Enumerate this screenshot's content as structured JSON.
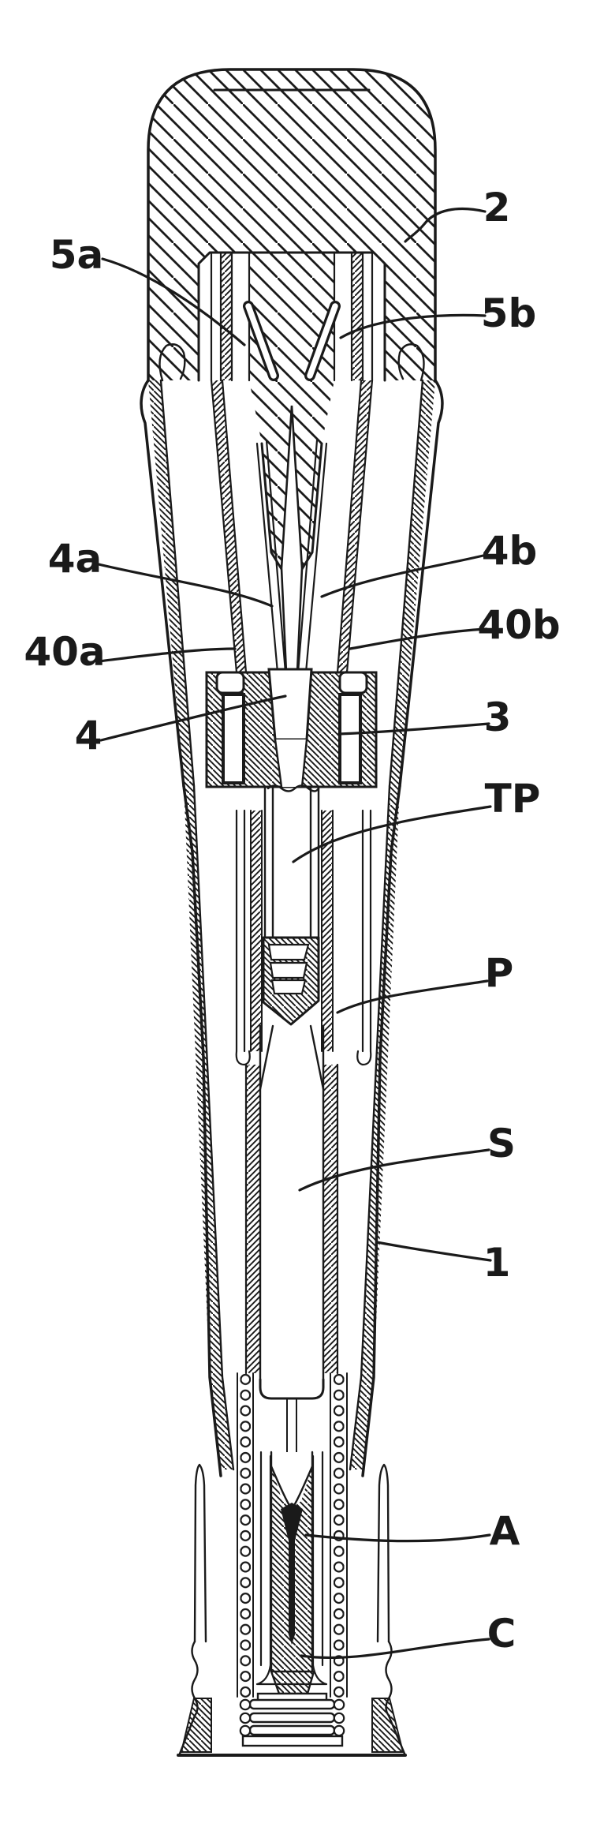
{
  "figure": {
    "colors": {
      "ink": "#1a1a1a",
      "paper": "#ffffff"
    },
    "labels": [
      {
        "id": "2",
        "text": "2"
      },
      {
        "id": "5a",
        "text": "5a"
      },
      {
        "id": "5b",
        "text": "5b"
      },
      {
        "id": "4a",
        "text": "4a"
      },
      {
        "id": "4b",
        "text": "4b"
      },
      {
        "id": "40a",
        "text": "40a"
      },
      {
        "id": "40b",
        "text": "40b"
      },
      {
        "id": "4",
        "text": "4"
      },
      {
        "id": "3",
        "text": "3"
      },
      {
        "id": "TP",
        "text": "TP"
      },
      {
        "id": "P",
        "text": "P"
      },
      {
        "id": "S",
        "text": "S"
      },
      {
        "id": "1",
        "text": "1"
      },
      {
        "id": "A",
        "text": "A"
      },
      {
        "id": "C",
        "text": "C"
      }
    ]
  }
}
